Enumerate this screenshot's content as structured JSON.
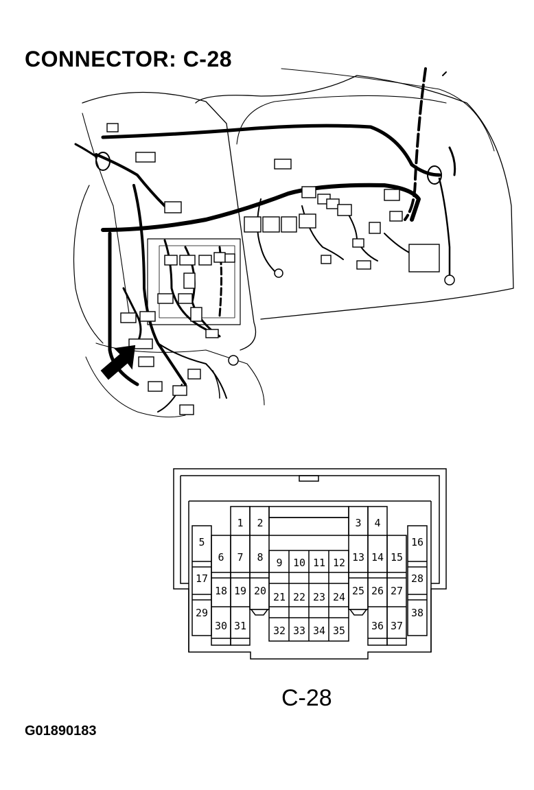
{
  "title": "CONNECTOR: C-28",
  "connector_label": "C-28",
  "figure_code": "G01890183",
  "pins": [
    "1",
    "2",
    "3",
    "4",
    "5",
    "6",
    "7",
    "8",
    "9",
    "10",
    "11",
    "12",
    "13",
    "14",
    "15",
    "16",
    "17",
    "18",
    "19",
    "20",
    "21",
    "22",
    "23",
    "24",
    "25",
    "26",
    "27",
    "28",
    "29",
    "30",
    "31",
    "32",
    "33",
    "34",
    "35",
    "36",
    "37",
    "38"
  ]
}
